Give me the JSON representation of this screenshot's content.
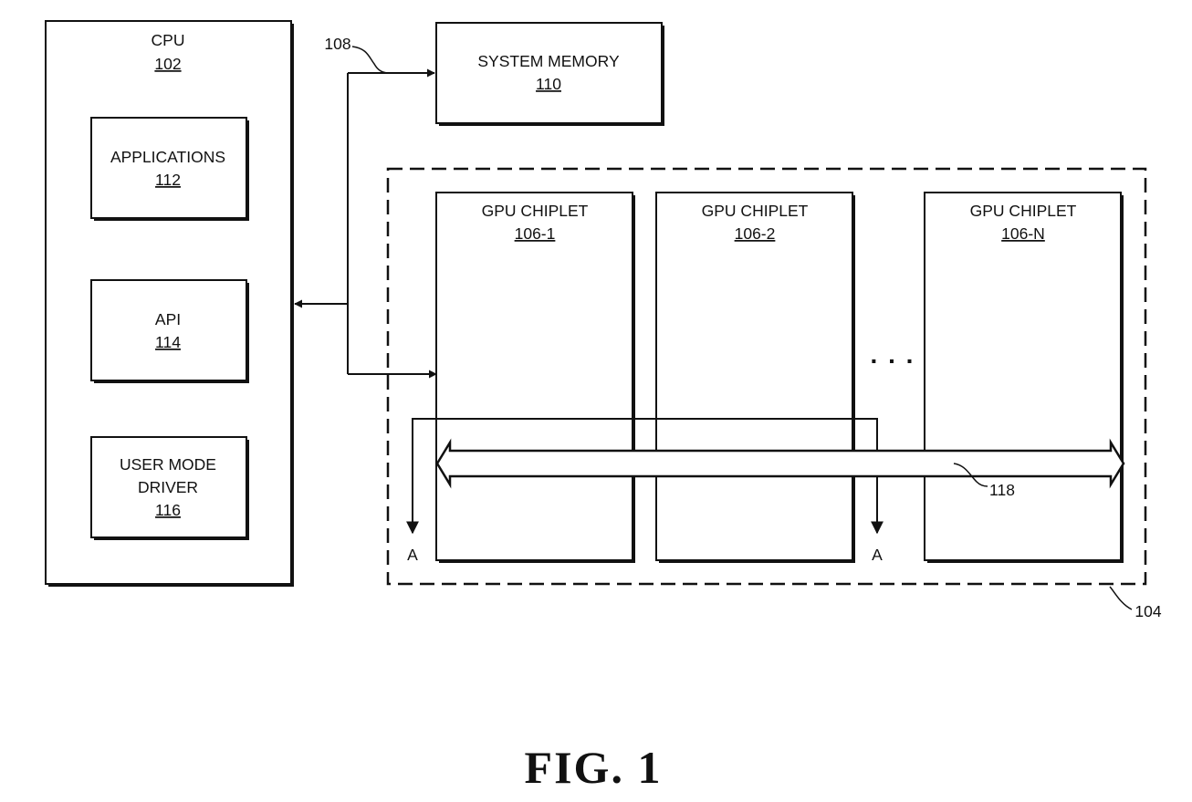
{
  "cpu": {
    "label": "CPU",
    "ref": "102"
  },
  "applications": {
    "label": "APPLICATIONS",
    "ref": "112"
  },
  "api": {
    "label": "API",
    "ref": "114"
  },
  "user_mode_driver": {
    "label_line1": "USER MODE",
    "label_line2": "DRIVER",
    "ref": "116"
  },
  "system_memory": {
    "label": "SYSTEM MEMORY",
    "ref": "110"
  },
  "bus_ref": "108",
  "gpu_group_ref": "104",
  "chiplets": [
    {
      "label": "GPU CHIPLET",
      "ref": "106-1"
    },
    {
      "label": "GPU CHIPLET",
      "ref": "106-2"
    },
    {
      "label": "GPU CHIPLET",
      "ref": "106-N"
    }
  ],
  "ellipsis": ". . .",
  "interconnect_ref": "118",
  "connector_labels": [
    "A",
    "A"
  ],
  "figure_caption": "FIG. 1"
}
